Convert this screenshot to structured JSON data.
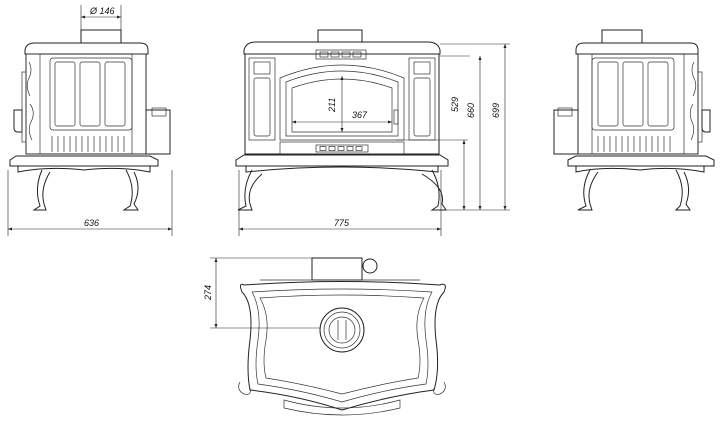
{
  "drawing": {
    "dimensions": {
      "flue_diameter": "Ø 146",
      "side_depth": "636",
      "front_width": "775",
      "firebox_height": "211",
      "firebox_width": "367",
      "height_to_door": "529",
      "height_to_top": "660",
      "overall_height": "699",
      "flue_offset": "274"
    },
    "line_color": "#222222"
  }
}
